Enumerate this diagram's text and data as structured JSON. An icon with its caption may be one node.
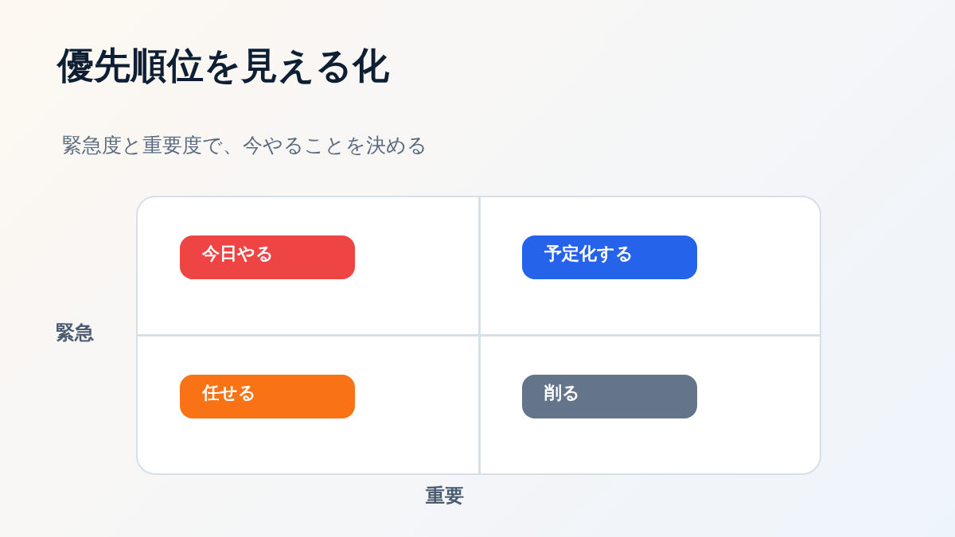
{
  "diagram": {
    "title": "優先順位を見える化",
    "nodes": [
      {
        "text": [],
        "shape": "box"
      },
      {
        "text": [
          "今日やる"
        ],
        "in": 0
      },
      {
        "text": [
          "予定化する"
        ],
        "in": 0
      },
      {
        "text": [
          "任せる"
        ],
        "in": 0
      },
      {
        "text": [
          "削る"
        ],
        "in": 0
      }
    ],
    "edges": [],
    "labels": [
      "緊急度と重要度で、今やることを決める",
      "緊急",
      "重要"
    ]
  }
}
